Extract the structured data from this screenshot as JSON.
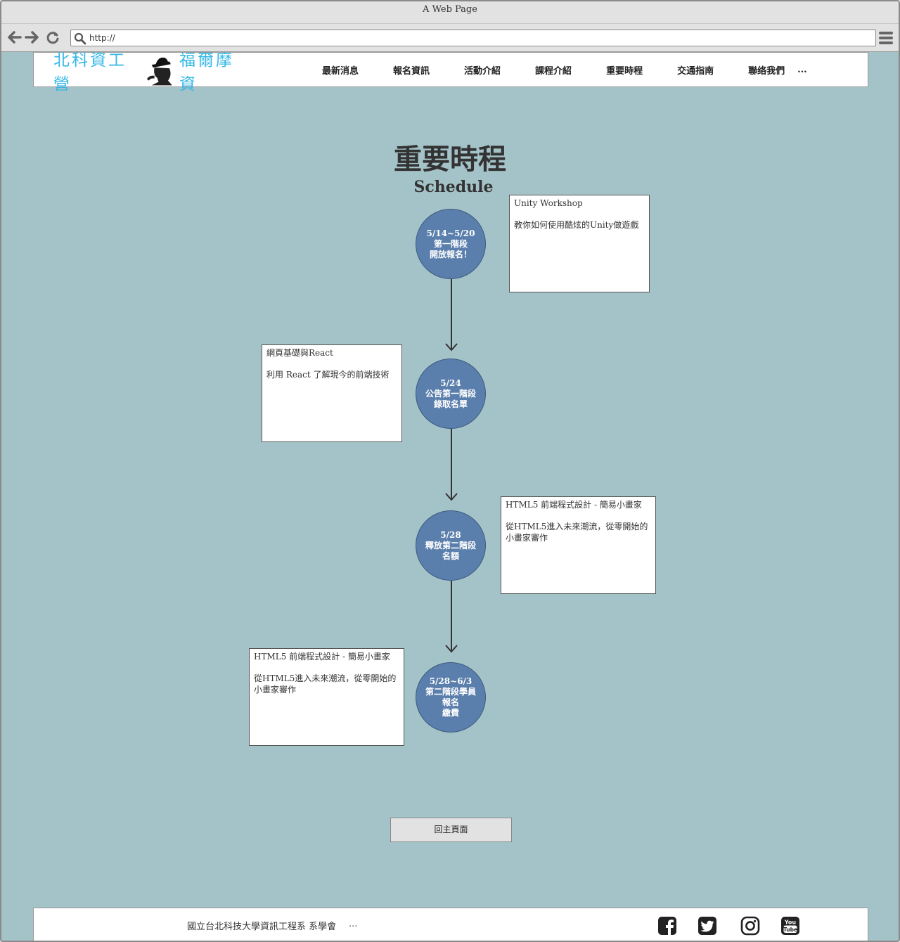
{
  "browser": {
    "title": "A Web Page",
    "url": "http://",
    "icons": [
      "back-arrow-icon",
      "forward-arrow-icon",
      "reload-icon",
      "search-icon",
      "hamburger-menu-icon"
    ]
  },
  "header": {
    "logo_left": "北科資工營",
    "logo_right": "福爾摩資",
    "logo_color": "#35b8e6",
    "nav": [
      "最新消息",
      "報名資訊",
      "活動介紹",
      "課程介紹",
      "重要時程",
      "交通指南",
      "聯络我們"
    ],
    "nav_more": "..."
  },
  "main": {
    "title": "重要時程",
    "subtitle": "Schedule",
    "accent_color": "#5b7fac",
    "background_color": "#a4c3c8",
    "timeline": [
      {
        "node": "5/14~5/20\n第一階段\n開放報名！",
        "card_title": "Unity Workshop",
        "card_desc": "教你如何使用酷炫的Unity做遊戲"
      },
      {
        "node": "5/24\n公告第一階段\n錄取名單",
        "card_title": "網頁基礎與React",
        "card_desc": "利用 React 了解現今的前端技術"
      },
      {
        "node": "5/28\n釋放第二階段\n名額",
        "card_title": "HTML5 前端程式設計 - 簡易小畫家",
        "card_desc": "從HTML5進入未來潮流，從零開始的小畫家審作"
      },
      {
        "node": "5/28~6/3\n第二階段學員\n報名\n繳費",
        "card_title": "HTML5 前端程式設計 - 簡易小畫家",
        "card_desc": "從HTML5進入未來潮流，從零開始的小畫家審作"
      }
    ],
    "home_button": "回主頁面"
  },
  "footer": {
    "text": "國立台北科技大學資訊工程系 系學會",
    "more": "...",
    "social": [
      "facebook-icon",
      "twitter-icon",
      "instagram-icon",
      "youtube-icon"
    ]
  }
}
